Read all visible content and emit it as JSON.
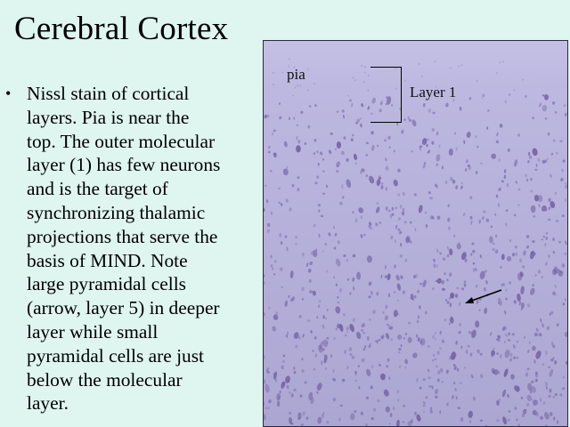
{
  "slide": {
    "title": "Cerebral Cortex"
  },
  "bullet": {
    "marker": "•",
    "lines": [
      "Nissl stain of cortical",
      "layers.  Pia is near the",
      "top. The outer molecular",
      "layer (1) has few neurons",
      "and is the target of",
      "synchronizing thalamic",
      "projections that serve the",
      "basis of MIND. Note",
      "large pyramidal cells",
      "(arrow, layer 5) in deeper",
      "layer while small",
      "pyramidal cells are just",
      "below the molecular",
      "layer."
    ]
  },
  "micrograph": {
    "pia_label": "pia",
    "layer_label": "Layer 1",
    "colors": {
      "background_top": "#bcb6de",
      "background_bottom": "#aea8d4",
      "cell": "#7d69ad",
      "cell_dark": "#6a5599"
    }
  }
}
